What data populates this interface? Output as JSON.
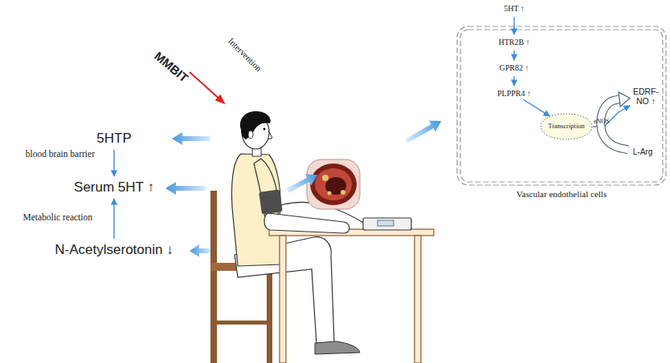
{
  "diagram": {
    "nodes": [
      {
        "text": [
          "5HTP"
        ]
      },
      {
        "text": [
          "Serum 5HT ↑"
        ]
      },
      {
        "text": [
          "N-Acetylserotonin ↓"
        ]
      },
      {
        "text": [
          "5HT ↑"
        ]
      },
      {
        "text": [
          "Vascular endothelial cells"
        ]
      },
      {
        "text": [
          "HTR2B ↑"
        ],
        "in": 4
      },
      {
        "text": [
          "GPR82 ↑"
        ],
        "in": 4
      },
      {
        "text": [
          "PLPPR4 ↑"
        ],
        "in": 4
      },
      {
        "text": [
          "Transcription"
        ],
        "in": 4
      },
      {
        "text": [
          "EDRF-NO ↑"
        ],
        "in": 4
      },
      {
        "text": [
          "L-Arg"
        ],
        "in": 4
      }
    ],
    "edges": [
      {
        "from": 0,
        "to": 1,
        "label": "blood brain barrier",
        "arrow": "to"
      },
      {
        "from": 2,
        "to": 1,
        "label": "Metabolic reaction",
        "arrow": "to"
      },
      {
        "from": 3,
        "to": 5,
        "arrow": "to"
      },
      {
        "from": 5,
        "to": 6,
        "arrow": "to"
      },
      {
        "from": 6,
        "to": 7,
        "arrow": "to"
      },
      {
        "from": 7,
        "to": 8,
        "arrow": "to"
      },
      {
        "from": 8,
        "to": 9,
        "label": "eNOS",
        "arrow": "to"
      },
      {
        "from": 10,
        "to": 9,
        "arrow": "to"
      }
    ],
    "labels": [
      "MMBIT",
      "Intervention"
    ]
  }
}
